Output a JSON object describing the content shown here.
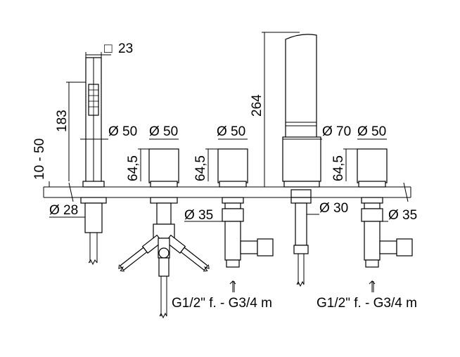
{
  "dimensions": {
    "square_23": "23",
    "square_symbol": "□",
    "h_183": "183",
    "h_10_50": "10 - 50",
    "h_64_5_a": "64,5",
    "h_64_5_b": "64,5",
    "h_64_5_c": "64,5",
    "h_264": "264",
    "d_50_a": "Ø 50",
    "d_50_b": "Ø 50",
    "d_50_c": "Ø 50",
    "d_70": "Ø 70",
    "d_50_d": "Ø 50",
    "d_28": "Ø 28",
    "d_35_a": "Ø 35",
    "d_30": "Ø 30",
    "d_35_b": "Ø 35"
  },
  "notes": {
    "connection_left": "G1/2\" f. - G3/4 m",
    "connection_right": "G1/2\" f. - G3/4 m"
  }
}
